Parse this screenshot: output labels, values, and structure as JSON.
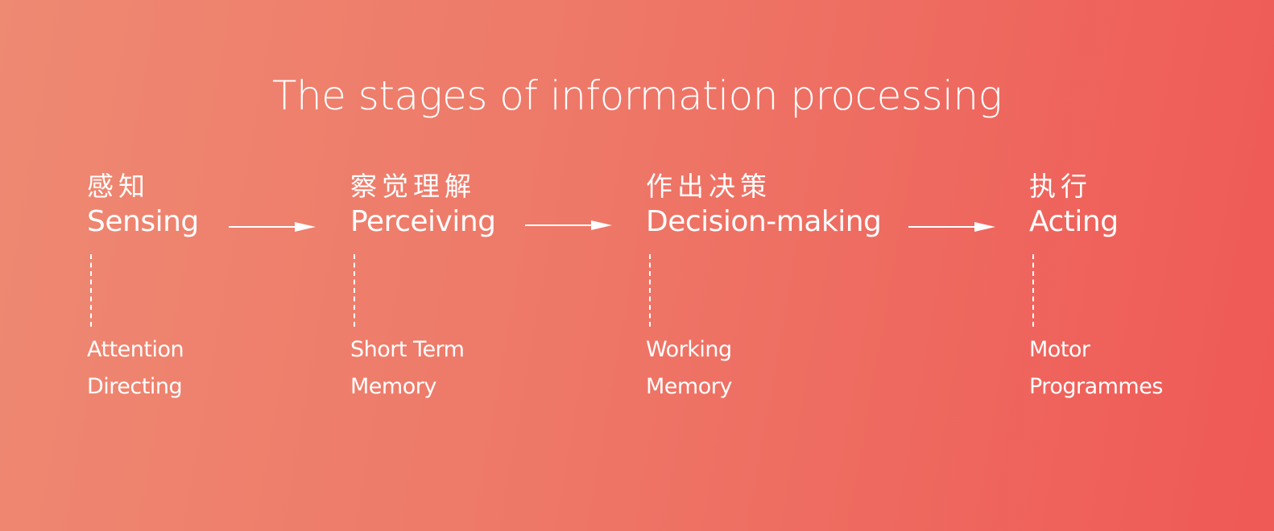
{
  "title": "The stages of information processing",
  "stages": [
    {
      "zh": "感知",
      "en": "Sensing",
      "sub1": "Attention",
      "sub2": "Directing"
    },
    {
      "zh": "察觉理解",
      "en": "Perceiving",
      "sub1": "Short Term",
      "sub2": "Memory"
    },
    {
      "zh": "作出决策",
      "en": "Decision-making",
      "sub1": "Working",
      "sub2": "Memory"
    },
    {
      "zh": "执行",
      "en": "Acting",
      "sub1": "Motor",
      "sub2": "Programmes"
    }
  ],
  "colors": {
    "gradient_start": "#ee8972",
    "gradient_end": "#ef5956",
    "text": "#ffffff"
  }
}
